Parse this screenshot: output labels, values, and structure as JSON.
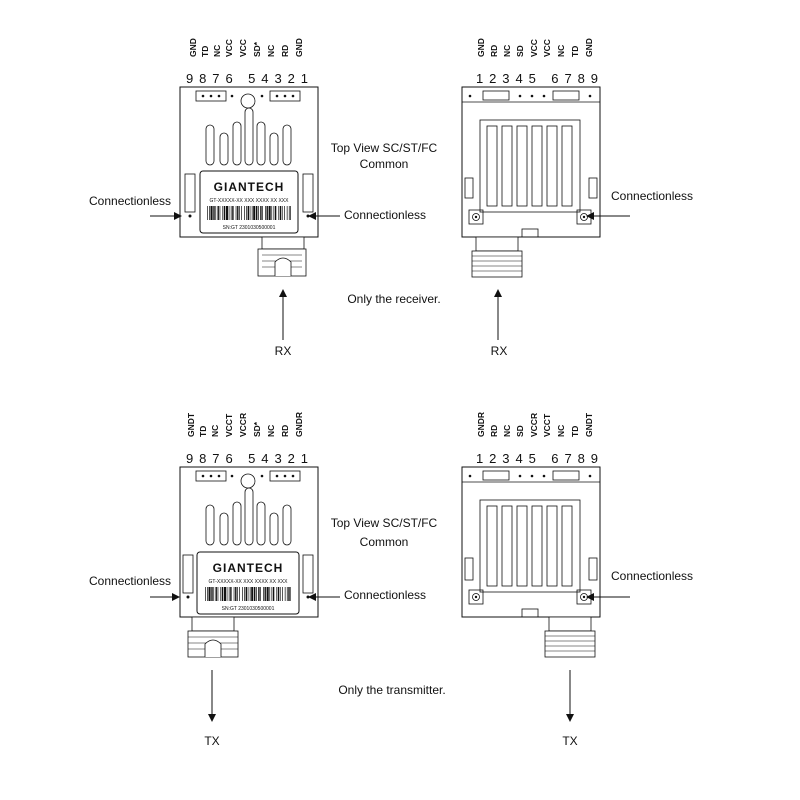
{
  "top": {
    "left_pins": [
      "GND",
      "TD",
      "NC",
      "VCC",
      "VCC",
      "SD*",
      "NC",
      "RD",
      "GND"
    ],
    "left_numbers": "9876 54321",
    "right_pins": [
      "GND",
      "RD",
      "NC",
      "SD",
      "VCC",
      "VCC",
      "NC",
      "TD",
      "GND"
    ],
    "right_numbers": "12345 6789",
    "title_line1": "Top View SC/ST/FC",
    "title_line2": "Common",
    "conn_left": "Connectionless",
    "conn_center": "Connectionless",
    "conn_right": "Connectionless",
    "caption": "Only the receiver.",
    "signal_left": "RX",
    "signal_right": "RX",
    "label_brand": "GIANTECH",
    "label_line1": "GT-XXXXX-XX  XXX XXXX XX XXX",
    "label_line2": "SN:GT 2301030500001"
  },
  "bottom": {
    "left_pins": [
      "GNDT",
      "TD",
      "NC",
      "VCCT",
      "VCCR",
      "SD*",
      "NC",
      "RD",
      "GNDR"
    ],
    "left_numbers": "9876 54321",
    "right_pins": [
      "GNDR",
      "RD",
      "NC",
      "SD",
      "VCCR",
      "VCCT",
      "NC",
      "TD",
      "GNDT"
    ],
    "right_numbers": "12345 6789",
    "title_line1": "Top View SC/ST/FC",
    "title_line2": "Common",
    "conn_left": "Connectionless",
    "conn_center": "Connectionless",
    "conn_right": "Connectionless",
    "caption": "Only the transmitter.",
    "signal_left": "TX",
    "signal_right": "TX",
    "label_brand": "GIANTECH",
    "label_line1": "GT-XXXXX-XX  XXX XXXX XX XXX",
    "label_line2": "SN:GT 2301030500001"
  }
}
